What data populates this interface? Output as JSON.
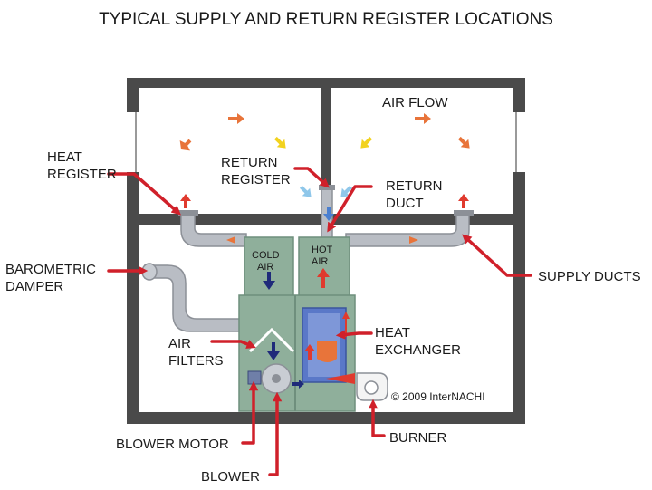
{
  "title": "TYPICAL SUPPLY AND RETURN REGISTER LOCATIONS",
  "labels": {
    "air_flow": "AIR FLOW",
    "heat_register": [
      "HEAT",
      "REGISTER"
    ],
    "return_register": [
      "RETURN",
      "REGISTER"
    ],
    "return_duct": [
      "RETURN",
      "DUCT"
    ],
    "barometric_damper": [
      "BAROMETRIC",
      "DAMPER"
    ],
    "supply_ducts": "SUPPLY DUCTS",
    "cold_air": [
      "COLD",
      "AIR"
    ],
    "hot_air": [
      "HOT",
      "AIR"
    ],
    "heat_exchanger": [
      "HEAT",
      "EXCHANGER"
    ],
    "air_filters": [
      "AIR",
      "FILTERS"
    ],
    "blower_motor": "BLOWER MOTOR",
    "blower": "BLOWER",
    "burner": "BURNER",
    "copyright": "© 2009  InterNACHI"
  },
  "colors": {
    "leader": "#d0202a",
    "wall": "#4a4a4a",
    "duct": "#b9bdc4",
    "furnace": "#8faf9b",
    "warm_arrow": "#e8743a",
    "hot_arrow": "#e03a2e",
    "yellow_arrow": "#f2d21e",
    "blue_arrow": "#8fc7ea",
    "navy_arrow": "#1f2a7a",
    "heat_exchanger": "#5a78c8"
  }
}
